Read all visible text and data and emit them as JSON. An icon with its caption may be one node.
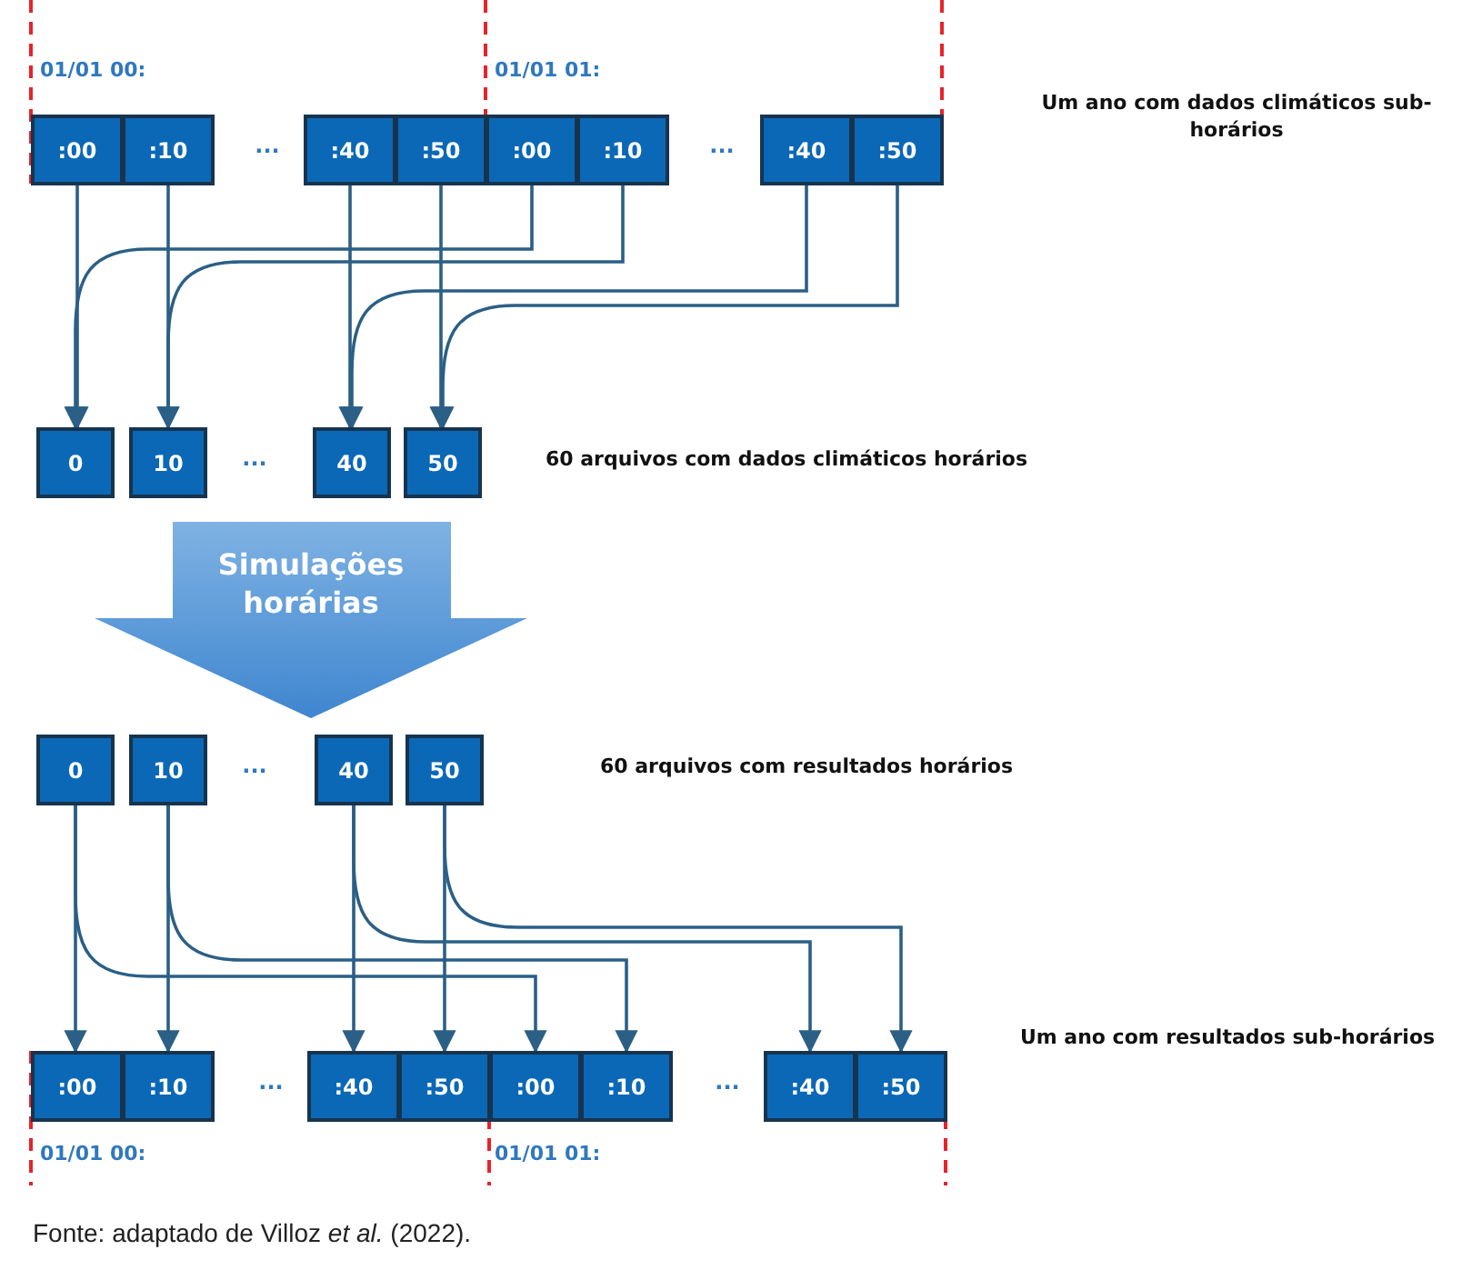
{
  "diagram": {
    "caption": "Fonte: adaptado de Villoz *et al.* (2022).",
    "nodes": [
      {
        "text": [
          ":00"
        ]
      },
      {
        "text": [
          ":10"
        ]
      },
      {
        "text": [
          ":40"
        ]
      },
      {
        "text": [
          ":50"
        ]
      },
      {
        "text": [
          ":00"
        ]
      },
      {
        "text": [
          ":10"
        ]
      },
      {
        "text": [
          ":40"
        ]
      },
      {
        "text": [
          ":50"
        ]
      },
      {
        "text": [
          "0"
        ]
      },
      {
        "text": [
          "10"
        ]
      },
      {
        "text": [
          "40"
        ]
      },
      {
        "text": [
          "50"
        ]
      },
      {
        "text": [
          "Simulações horárias"
        ]
      },
      {
        "text": [
          "0"
        ]
      },
      {
        "text": [
          "10"
        ]
      },
      {
        "text": [
          "40"
        ]
      },
      {
        "text": [
          "50"
        ]
      },
      {
        "text": [
          ":00"
        ]
      },
      {
        "text": [
          ":10"
        ]
      },
      {
        "text": [
          ":40"
        ]
      },
      {
        "text": [
          ":50"
        ]
      },
      {
        "text": [
          ":00"
        ]
      },
      {
        "text": [
          ":10"
        ]
      },
      {
        "text": [
          ":40"
        ]
      },
      {
        "text": [
          ":50"
        ]
      }
    ],
    "edges": [
      {
        "from": 0,
        "to": 8,
        "arrow": "to"
      },
      {
        "from": 1,
        "to": 9,
        "arrow": "to"
      },
      {
        "from": 2,
        "to": 10,
        "arrow": "to"
      },
      {
        "from": 3,
        "to": 11,
        "arrow": "to"
      },
      {
        "from": 4,
        "to": 8,
        "arrow": "to"
      },
      {
        "from": 5,
        "to": 9,
        "arrow": "to"
      },
      {
        "from": 6,
        "to": 10,
        "arrow": "to"
      },
      {
        "from": 7,
        "to": 11,
        "arrow": "to"
      },
      {
        "from": 13,
        "to": 17,
        "arrow": "to"
      },
      {
        "from": 14,
        "to": 18,
        "arrow": "to"
      },
      {
        "from": 15,
        "to": 19,
        "arrow": "to"
      },
      {
        "from": 16,
        "to": 20,
        "arrow": "to"
      },
      {
        "from": 13,
        "to": 21,
        "arrow": "to"
      },
      {
        "from": 14,
        "to": 22,
        "arrow": "to"
      },
      {
        "from": 15,
        "to": 23,
        "arrow": "to"
      },
      {
        "from": 16,
        "to": 24,
        "arrow": "to"
      }
    ],
    "labels": [
      "01/01 00:",
      "01/01 01:",
      "...",
      "Um ano com dados climáticos sub-horários",
      "...",
      "...",
      "60 arquivos com dados climáticos horários",
      "...",
      "60 arquivos com resultados horários",
      "...",
      "...",
      "Um ano com resultados sub-horários",
      "01/01 00:",
      "01/01 01:"
    ]
  }
}
